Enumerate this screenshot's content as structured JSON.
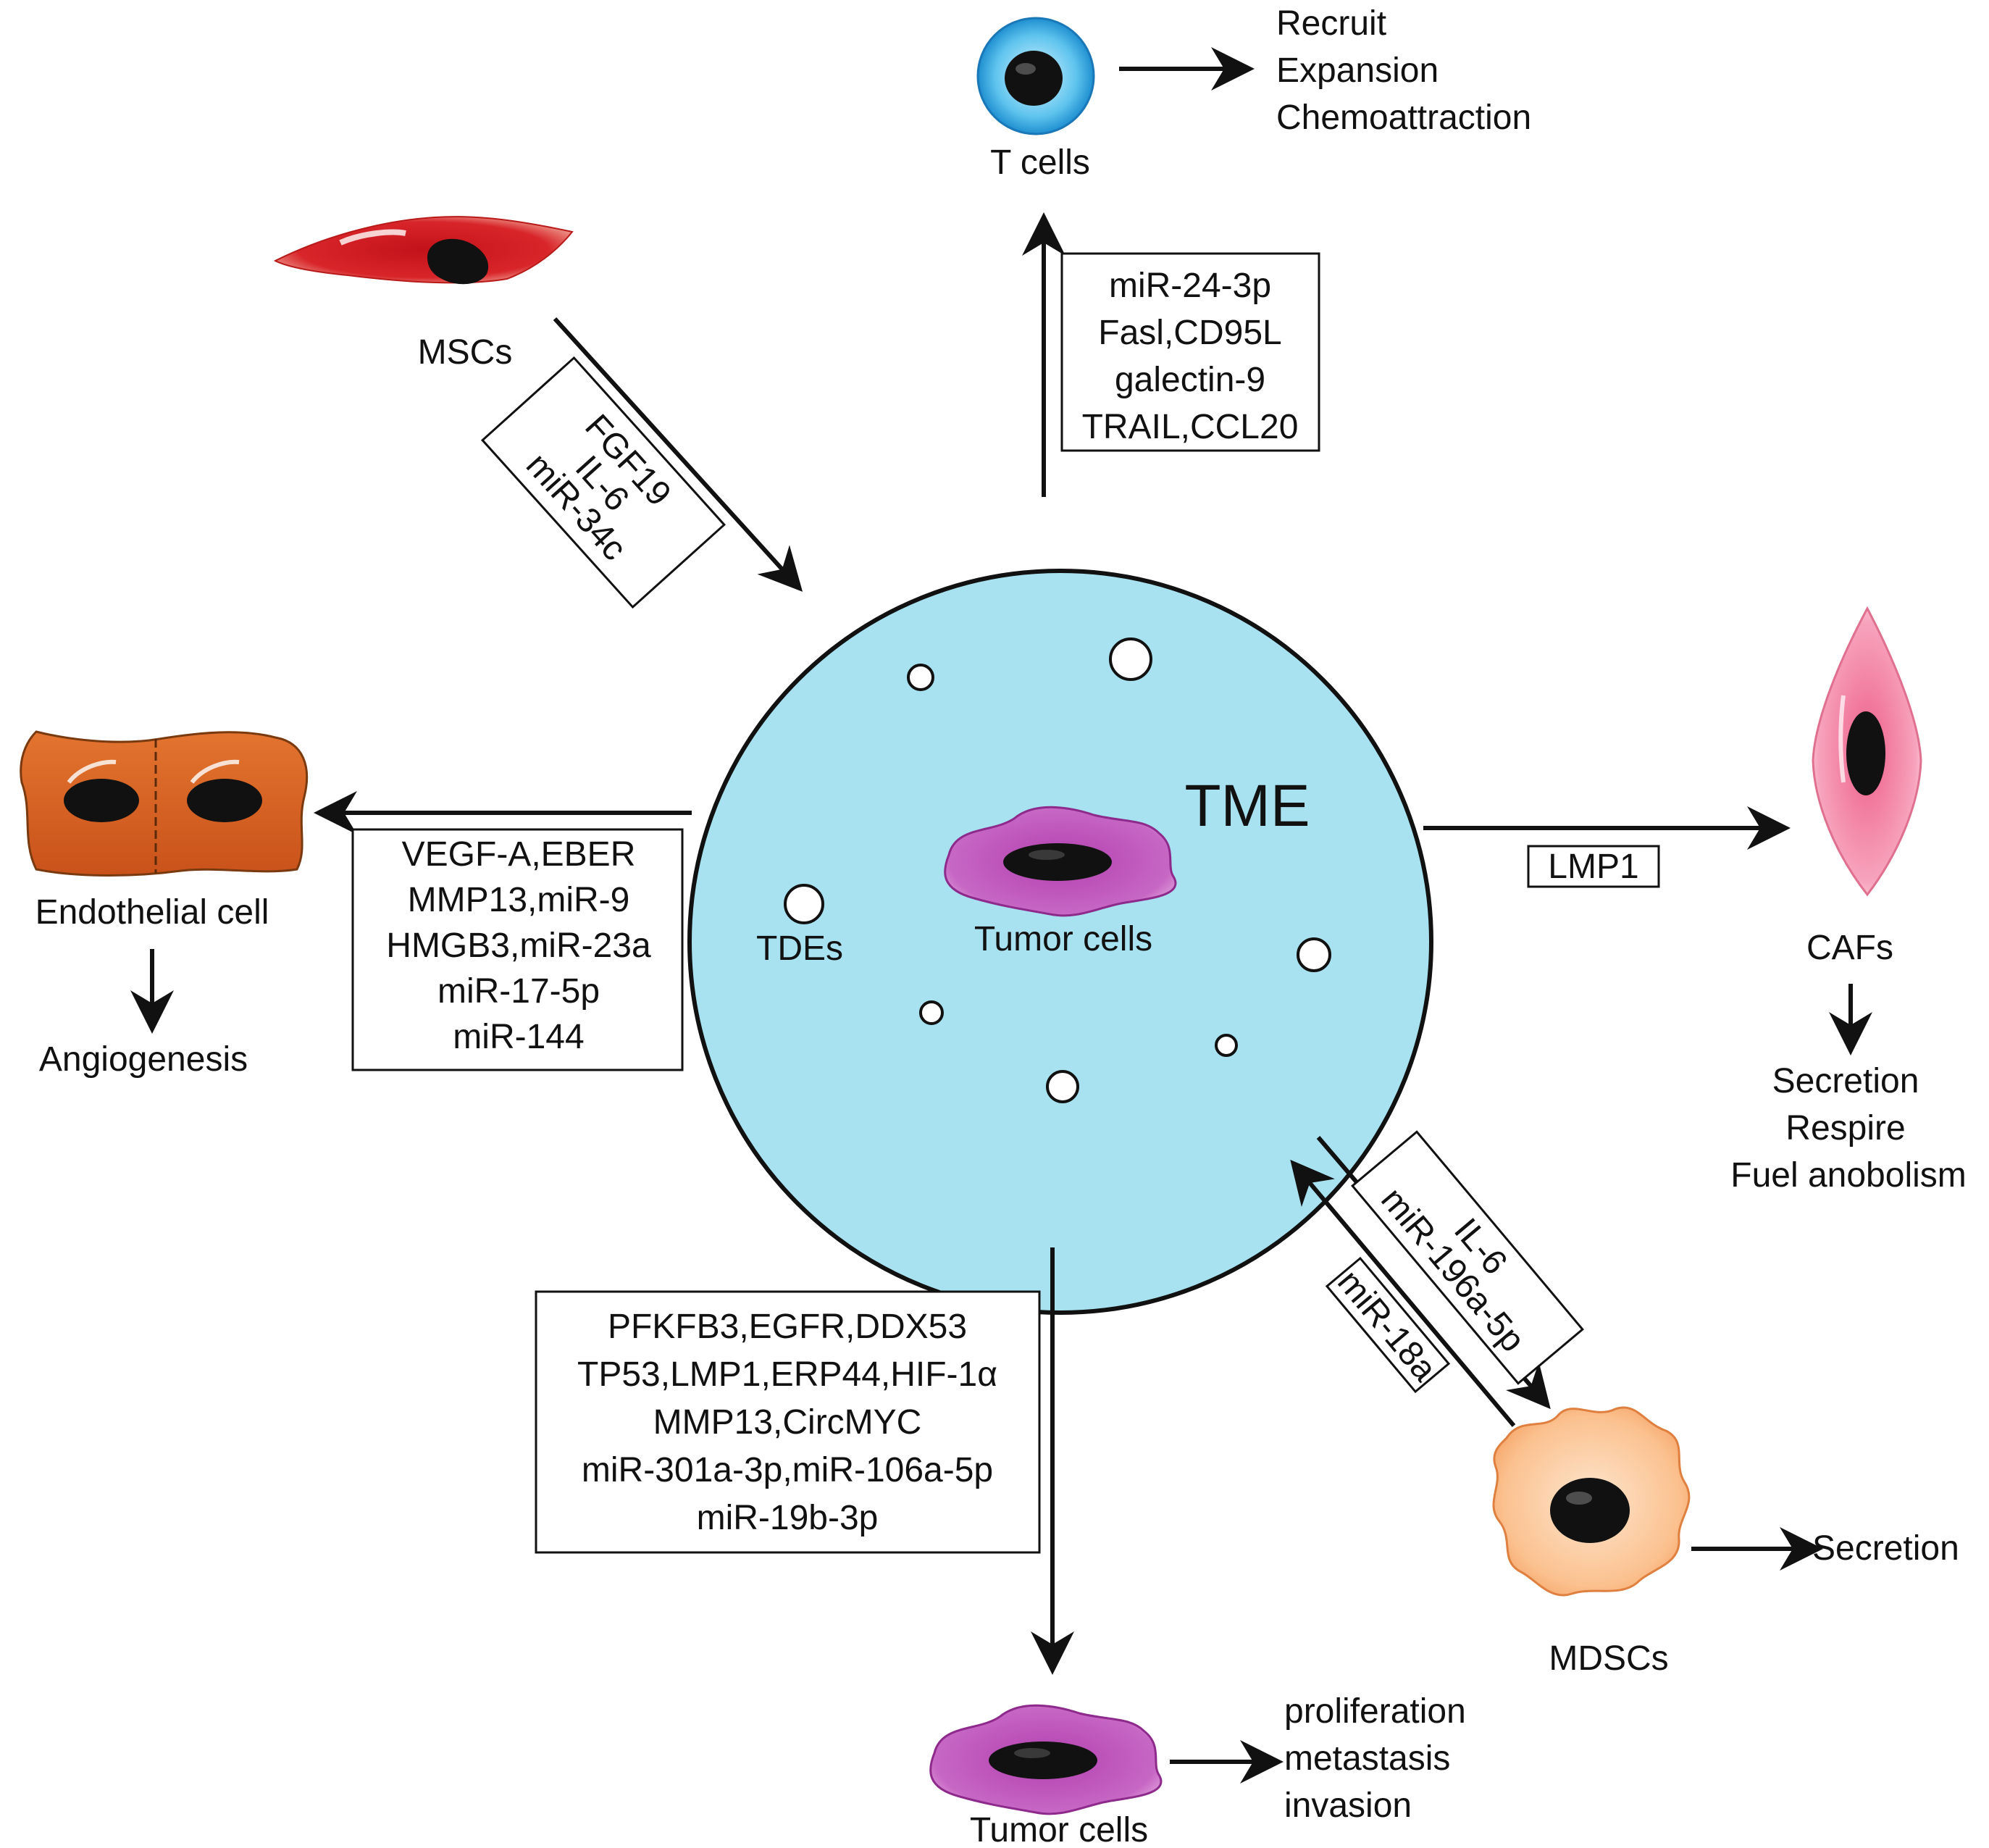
{
  "center": {
    "title": "TME",
    "tumor_label": "Tumor cells",
    "tdes_label": "TDEs",
    "fill": "#a8e2f0"
  },
  "t_cells": {
    "label": "T cells",
    "effects": [
      "Recruit",
      "Expansion",
      "Chemoattraction"
    ],
    "factors": [
      "miR-24-3p",
      "Fasl,CD95L",
      "galectin-9",
      "TRAIL,CCL20"
    ]
  },
  "mscs": {
    "label": "MSCs",
    "factors": [
      "FGF19",
      "IL-6",
      "miR-34c"
    ]
  },
  "endothelial": {
    "label": "Endothelial cell",
    "outcome": "Angiogenesis",
    "factors": [
      "VEGF-A,EBER",
      "MMP13,miR-9",
      "HMGB3,miR-23a",
      "miR-17-5p",
      "miR-144"
    ]
  },
  "cafs": {
    "label": "CAFs",
    "factors": [
      "LMP1"
    ],
    "effects": [
      "Secretion",
      "Respire",
      "Fuel anobolism"
    ]
  },
  "mdscs": {
    "label": "MDSCs",
    "factors_in": [
      "IL-6",
      "miR-196a-5p"
    ],
    "factors_out": [
      "miR-18a"
    ],
    "effect": "Secretion"
  },
  "tumor": {
    "label": "Tumor cells",
    "factors": [
      "PFKFB3,EGFR,DDX53",
      "TP53,LMP1,ERP44,HIF-1α",
      "MMP13,CircMYC",
      "miR-301a-3p,miR-106a-5p",
      "miR-19b-3p"
    ],
    "effects": [
      "proliferation",
      "metastasis",
      "invasion"
    ]
  }
}
